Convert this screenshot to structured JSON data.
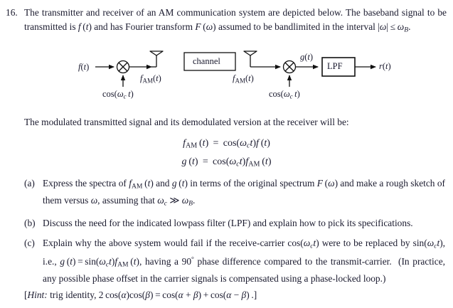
{
  "problem": {
    "number": "16.",
    "statement": "The transmitter and receiver of an AM communication system are depicted below. The baseband signal to be transmitted is f (t) and has Fourier transform F (ω) assumed to be bandlimited in the interval |ω| ≤ ωB."
  },
  "lead_text": "The modulated transmitted signal and its demodulated version at the receiver will be:",
  "equations": {
    "eq1": "fAM (t) = cos(ωct)f (t)",
    "eq2": "g (t) = cos(ωct)fAM (t)"
  },
  "parts": [
    {
      "tag": "(a)",
      "text": "Express the spectra of fAM (t) and g (t) in terms of the original spectrum F (ω) and make a rough sketch of them versus ω, assuming that ωc ≫ ωB."
    },
    {
      "tag": "(b)",
      "text": "Discuss the need for the indicated lowpass filter (LPF) and explain how to pick its specifications."
    },
    {
      "tag": "(c)",
      "text": "Explain why the above system would fail if the receive-carrier cos(ωct) were to be replaced by sin(ωct), i.e., g (t) = sin(ωct)fAM (t), having a 90° phase difference compared to the transmit-carrier. (In practice, any possible phase offset in the carrier signals is compensated using a phase-locked loop.)"
    }
  ],
  "hint": {
    "label": "Hint:",
    "text": "trig identity, 2 cos(α)cos(β) = cos(α + β) + cos(α − β) .]"
  },
  "diagram": {
    "input_label": "f(t)",
    "tx_mixer_carrier": "cos(ωct)",
    "tx_output_label": "fAM(t)",
    "channel_label": "channel",
    "rx_input_label": "fAM(t)",
    "rx_mixer_carrier": "cos(ωct)",
    "mixer_g_label": "g(t)",
    "lpf_label": "LPF",
    "output_label": "r(t)",
    "tx_antenna": "antenna-icon",
    "rx_antenna": "antenna-icon",
    "tx_mixer": "mixer-icon",
    "rx_mixer": "mixer-icon"
  },
  "colors": {
    "ink": "#1a1a2e",
    "line": "#111111",
    "background": "#ffffff"
  }
}
